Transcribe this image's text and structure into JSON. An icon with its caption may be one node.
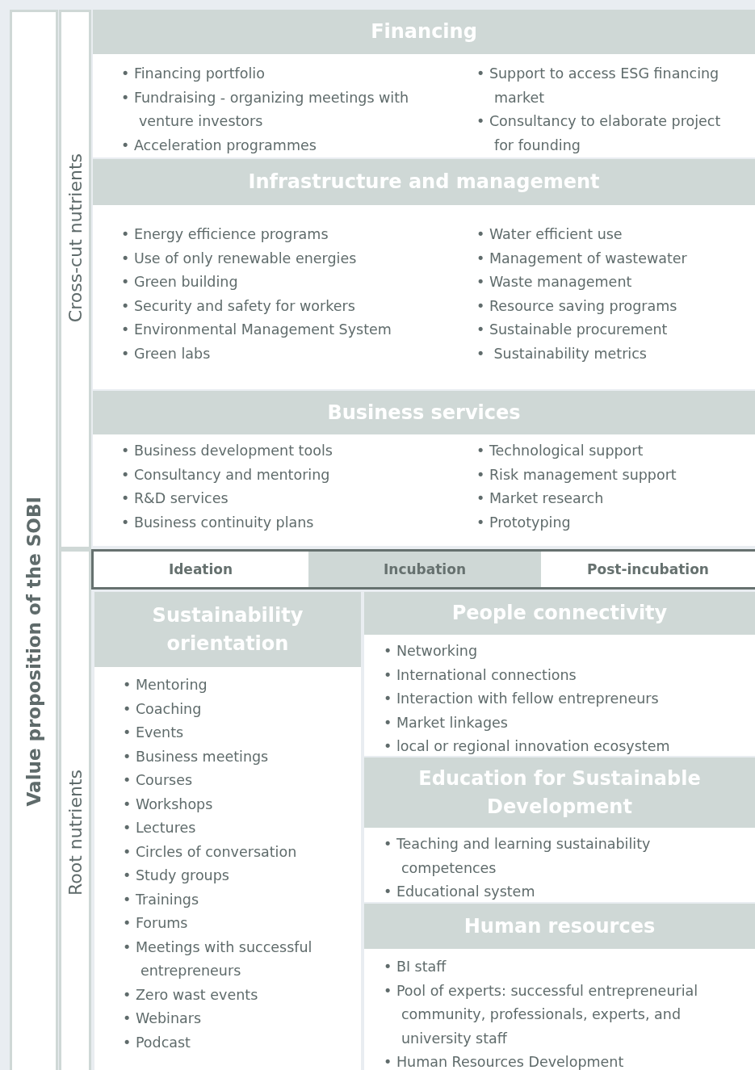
{
  "diagram": {
    "nodes": [
      {
        "text": [
          "Value proposition of the SOBI"
        ]
      },
      {
        "text": [
          "Cross-cut nutrients"
        ]
      },
      {
        "text": [
          "Root nutrients"
        ]
      },
      {
        "text": [
          "Financing",
          "• Financing portfolio",
          "• Fundraising - organizing meetings with venture investors",
          "• Acceleration programmes",
          "• Support to access ESG financing market",
          "• Consultancy to elaborate project for founding"
        ]
      },
      {
        "text": [
          "Infrastructure and management",
          "• Energy efficience programs",
          "• Use of only renewable energies",
          "• Green building",
          "• Security and safety for workers",
          "• Environmental Management System",
          "• Green labs",
          "• Water efficient use",
          "• Management of wastewater",
          "• Waste management",
          "• Resource saving programs",
          "• Sustainable procurement",
          "•  Sustainability metrics"
        ]
      },
      {
        "text": [
          "Business services",
          "• Business development tools",
          "• Consultancy and mentoring",
          "• R&D services",
          "• Business continuity plans",
          "• Technological support",
          "• Risk management support",
          "• Market research",
          "• Prototyping"
        ]
      },
      {
        "text": [
          "Ideation"
        ]
      },
      {
        "text": [
          "Incubation"
        ]
      },
      {
        "text": [
          "Post-incubation"
        ]
      },
      {
        "text": [
          "Sustainability orientation",
          "• Mentoring",
          "• Coaching",
          "• Events",
          "• Business meetings",
          "• Courses",
          "• Workshops",
          "• Lectures",
          "• Circles of conversation",
          "• Study groups",
          "• Trainings",
          "• Forums",
          "• Meetings with successful entrepreneurs",
          "• Zero wast events",
          "• Webinars",
          "• Podcast"
        ]
      },
      {
        "text": [
          "People connectivity",
          "• Networking",
          "• International connections",
          "• Interaction with fellow entrepreneurs",
          "• Market linkages",
          "• local or regional innovation ecosystem"
        ]
      },
      {
        "text": [
          "Education for Sustainable Development",
          "• Teaching and learning sustainability competences",
          "• Educational system"
        ]
      },
      {
        "text": [
          "Human resources",
          "• BI staff",
          "• Pool of experts: successful entrepreneurial community, professionals, experts, and university staff",
          "• Human Resources Development"
        ]
      }
    ]
  }
}
